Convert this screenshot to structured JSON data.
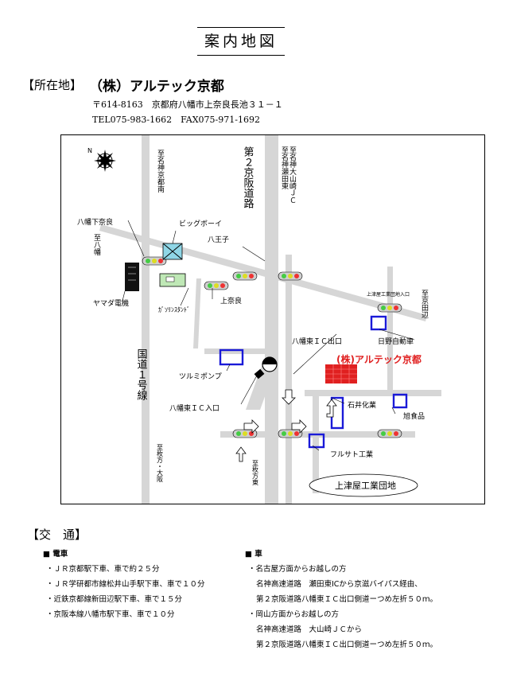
{
  "header": {
    "title": "案内地図"
  },
  "location": {
    "label": "【所在地】",
    "company": "（株）アルテック京都",
    "postal_address": "〒614-8163　京都府八幡市上奈良長池３１－１",
    "tel_fax": "TEL075-983-1662　FAX075-971-1692"
  },
  "map": {
    "compass": "compass-icon",
    "labels": {
      "to_nagami_kyoto_south": "至名神京都南",
      "keiji_bypass_name": "第２京阪道路",
      "to_meishin_seta": "至名神瀬田東",
      "to_meishin_oyamazaki": "至名神大山崎ＪＣ",
      "yawata_shimonara": "八幡下奈良",
      "to_yawata": "至八幡",
      "big_boy": "ビッグボーイ",
      "hachiouji": "八王子",
      "yamada_denki": "ヤマダ電機",
      "gas_station": "ｶﾞｿﾘﾝｽﾀﾝﾄﾞ",
      "kaminara": "上奈良",
      "kozu_sign": "上津屋工業団地入口",
      "to_kyotanabe": "至京田辺",
      "route1": "国道１号線",
      "yawata_east_exit": "八幡東ＩＣ出口",
      "hino": "日野自動車",
      "company_on_map": "(株)アルテック京都",
      "tsurumi": "ツルミポンプ",
      "yawata_east_entrance": "八幡東ＩＣ入口",
      "ishii": "石井化業",
      "asahi": "旭食品",
      "to_hirakata_osaka": "至枚方・大阪",
      "to_hirakata_east": "至枚方東",
      "fulsato": "フルサト工業",
      "industrial_park": "上津屋工業団地"
    }
  },
  "access": {
    "title": "【交　通】",
    "train": {
      "heading": "■ 電車",
      "items": [
        "・ＪＲ京都駅下車、車で約２５分",
        "・ＪＲ学研都市線松井山手駅下車、車で１０分",
        "・近鉄京都線新田辺駅下車、車で１５分",
        "・京阪本線八幡市駅下車、車で１０分"
      ]
    },
    "car": {
      "heading": "■ 車",
      "items": [
        "・名古屋方面からお越しの方",
        "名神高速道路　瀬田東ICから京滋バイパス経由、",
        "第２京阪道路八幡東ＩＣ出口側道ーつめ左折５０ｍ。",
        "・岡山方面からお越しの方",
        "名神高速道路　大山崎ＪＣから",
        "第２京阪道路八幡東ＩＣ出口側道ーつめ左折５０ｍ。"
      ]
    }
  }
}
